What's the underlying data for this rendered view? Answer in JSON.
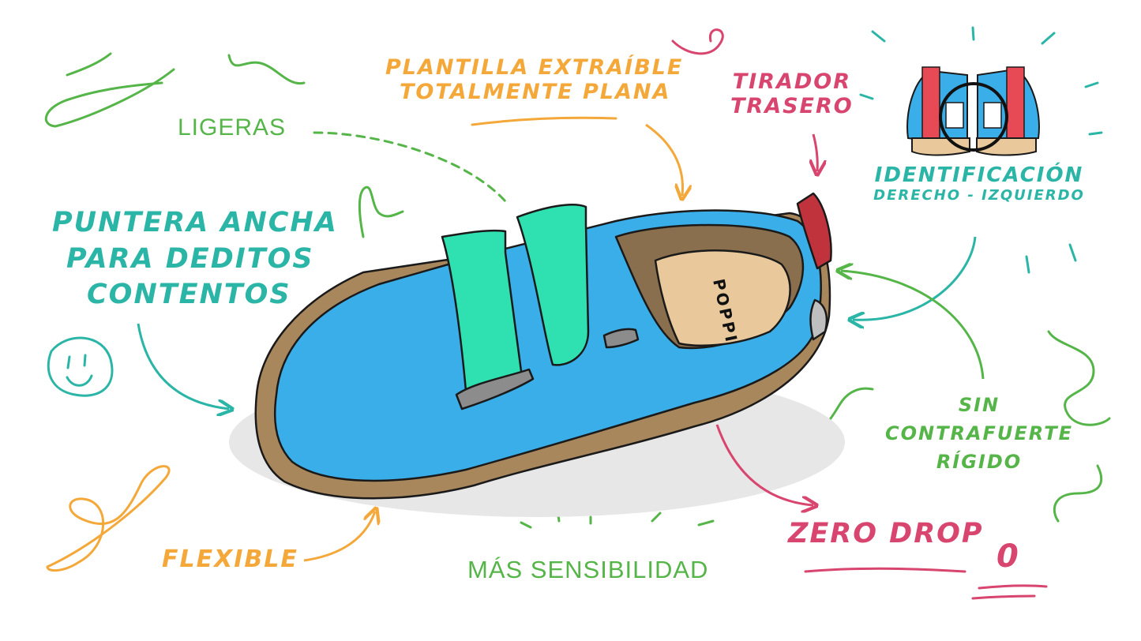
{
  "labels": {
    "ligeras": "LIGERAS",
    "plantilla_line1": "PLANTILLA EXTRAÍBLE",
    "plantilla_line2": "TOTALMENTE PLANA",
    "tirador_line1": "TIRADOR",
    "tirador_line2": "TRASERO",
    "identificacion_line1": "IDENTIFICACIÓN",
    "identificacion_line2": "DERECHO - IZQUIERDO",
    "puntera_line1": "PUNTERA ANCHA",
    "puntera_line2": "PARA DEDITOS",
    "puntera_line3": "CONTENTOS",
    "sin_line1": "SIN",
    "sin_line2": "CONTRAFUERTE",
    "sin_line3": "RÍGIDO",
    "zero_drop": "ZERO DROP",
    "zero": "0",
    "flexible": "FLEXIBLE",
    "sensibilidad": "MÁS SENSIBILIDAD",
    "insole_brand": "POPPI"
  },
  "colors": {
    "green": "#55b548",
    "orange": "#f4a83a",
    "pink": "#d8456f",
    "teal": "#2bb5a7",
    "shoe_blue": "#3aaee8",
    "strap_mint": "#2fe0b0",
    "sole_tan": "#a9875c",
    "insole_beige": "#e9c99c",
    "pull_tab_red": "#c0333c"
  },
  "icons": [
    "smiley-face-icon",
    "heart-doodle-icon",
    "leaf-doodle-icon",
    "infinity-doodle-icon"
  ]
}
